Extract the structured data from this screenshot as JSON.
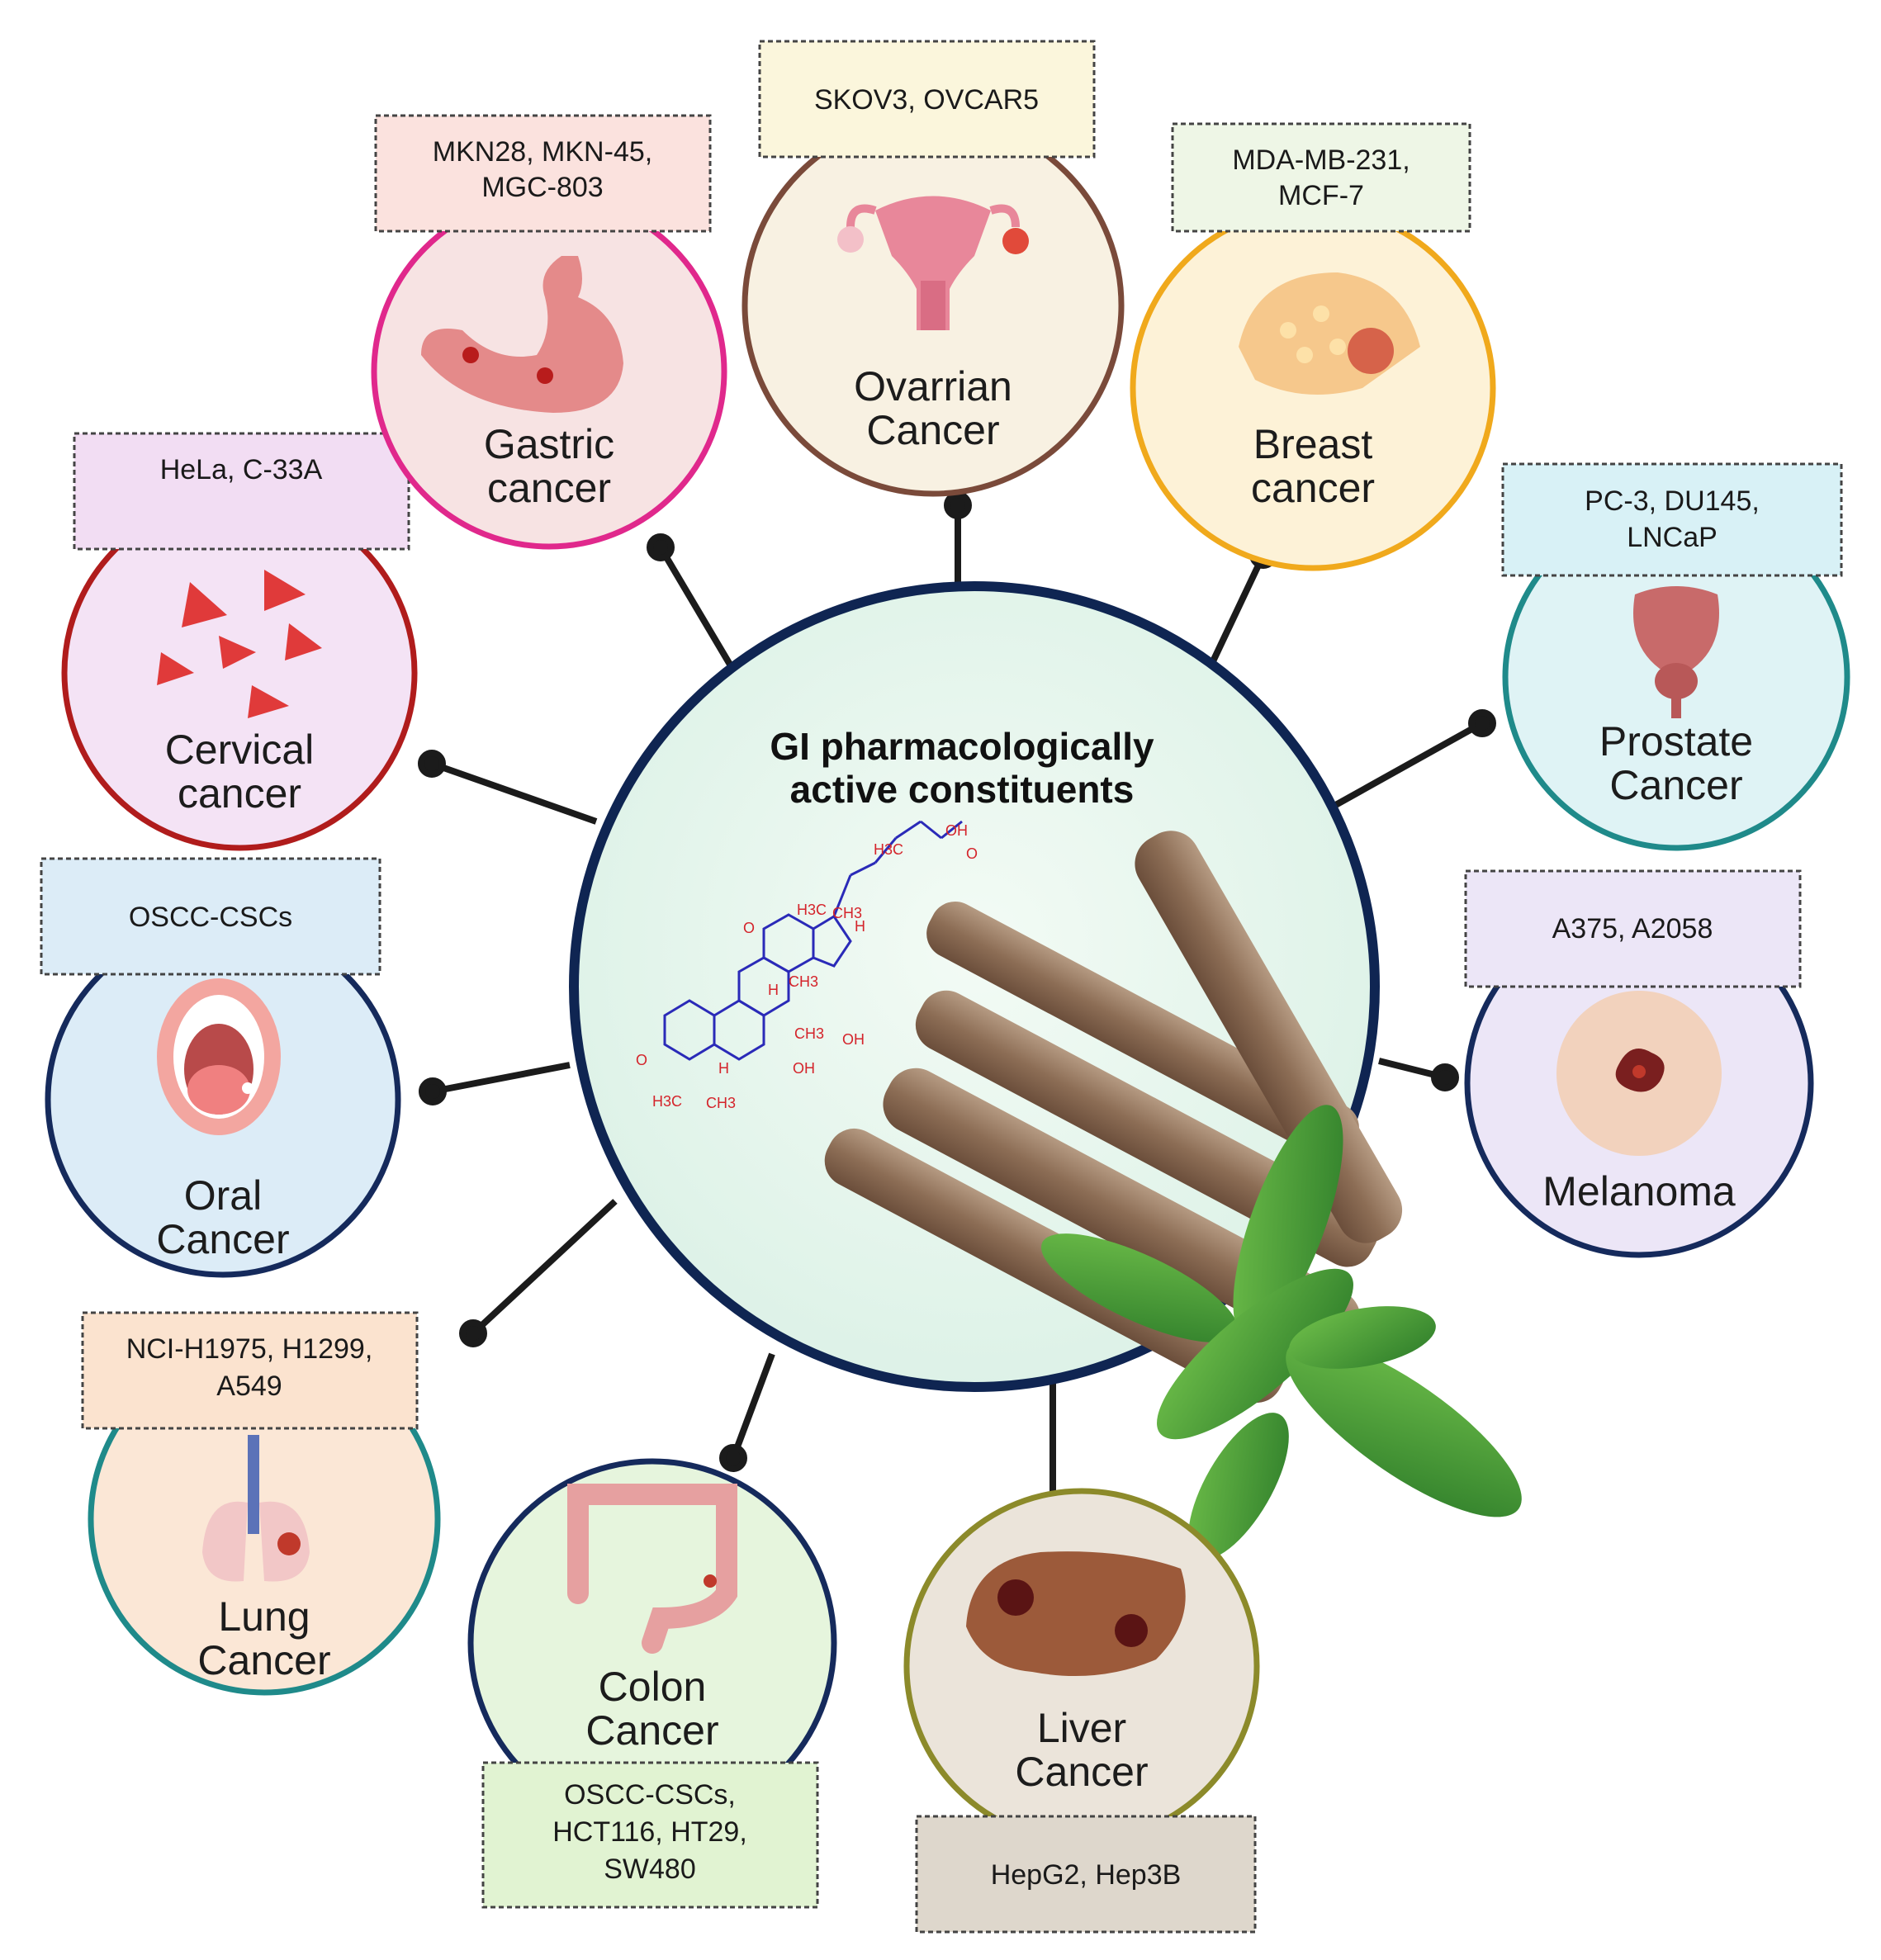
{
  "center": {
    "title_line1": "GI pharmacologically",
    "title_line2": "active constituents"
  },
  "cancers": [
    {
      "id": "ovarian",
      "label_lines": [
        "Ovarrian",
        "Cancer"
      ],
      "cell_lines": [
        "SKOV3, OVCAR5"
      ],
      "ring_color": "#7a4a3a",
      "fill": "#f8f1e2",
      "box_fill": "#fbf6dc"
    },
    {
      "id": "breast",
      "label_lines": [
        "Breast",
        "cancer"
      ],
      "cell_lines": [
        "MDA-MB-231,",
        "MCF-7"
      ],
      "ring_color": "#f0a91c",
      "fill": "#fdf2d7",
      "box_fill": "#eef6e6"
    },
    {
      "id": "prostate",
      "label_lines": [
        "Prostate",
        "Cancer"
      ],
      "cell_lines": [
        "PC-3, DU145,",
        "LNCaP"
      ],
      "ring_color": "#1f8a8a",
      "fill": "#dff3f5",
      "box_fill": "#d8f1f6"
    },
    {
      "id": "melanoma",
      "label_lines": [
        "Melanoma"
      ],
      "cell_lines": [
        "A375, A2058"
      ],
      "ring_color": "#152a5c",
      "fill": "#ece6f7",
      "box_fill": "#ece6f7"
    },
    {
      "id": "liver",
      "label_lines": [
        "Liver",
        "Cancer"
      ],
      "cell_lines": [
        "HepG2, Hep3B"
      ],
      "ring_color": "#8c8a2a",
      "fill": "#ebe4da",
      "box_fill": "#ded7cc"
    },
    {
      "id": "colon",
      "label_lines": [
        "Colon",
        "Cancer"
      ],
      "cell_lines": [
        "OSCC-CSCs,",
        "HCT116, HT29,",
        "SW480"
      ],
      "ring_color": "#152a5c",
      "fill": "#e6f5dd",
      "box_fill": "#e1f3d2"
    },
    {
      "id": "lung",
      "label_lines": [
        "Lung",
        "Cancer"
      ],
      "cell_lines": [
        "NCI-H1975, H1299,",
        "A549"
      ],
      "ring_color": "#1f8a8a",
      "fill": "#fbe7d6",
      "box_fill": "#fbe3cf"
    },
    {
      "id": "oral",
      "label_lines": [
        "Oral",
        "Cancer"
      ],
      "cell_lines": [
        "OSCC-CSCs"
      ],
      "ring_color": "#152a5c",
      "fill": "#dcecf7",
      "box_fill": "#dcecf7"
    },
    {
      "id": "cervical",
      "label_lines": [
        "Cervical",
        "cancer"
      ],
      "cell_lines": [
        "HeLa, C-33A"
      ],
      "ring_color": "#b01c1c",
      "fill": "#f4e3f5",
      "box_fill": "#f2ddf3"
    },
    {
      "id": "gastric",
      "label_lines": [
        "Gastric",
        "cancer"
      ],
      "cell_lines": [
        "MKN28, MKN-45,",
        "MGC-803"
      ],
      "ring_color": "#e0288c",
      "fill": "#f7e3e3",
      "box_fill": "#fbe2de"
    }
  ],
  "molecule": {
    "groups": [
      "OH",
      "O",
      "H3C",
      "H3C",
      "CH3",
      "O",
      "H",
      "CH3",
      "H",
      "CH3",
      "OH",
      "O",
      "H",
      "OH",
      "H3C",
      "CH3"
    ]
  },
  "icons": [
    "uterus-icon",
    "breast-tissue-icon",
    "prostate-icon",
    "melanoma-icon",
    "liver-icon",
    "colon-icon",
    "lungs-icon",
    "mouth-icon",
    "cervical-cells-icon",
    "stomach-icon",
    "licorice-root-icon",
    "molecule-structure-icon"
  ]
}
